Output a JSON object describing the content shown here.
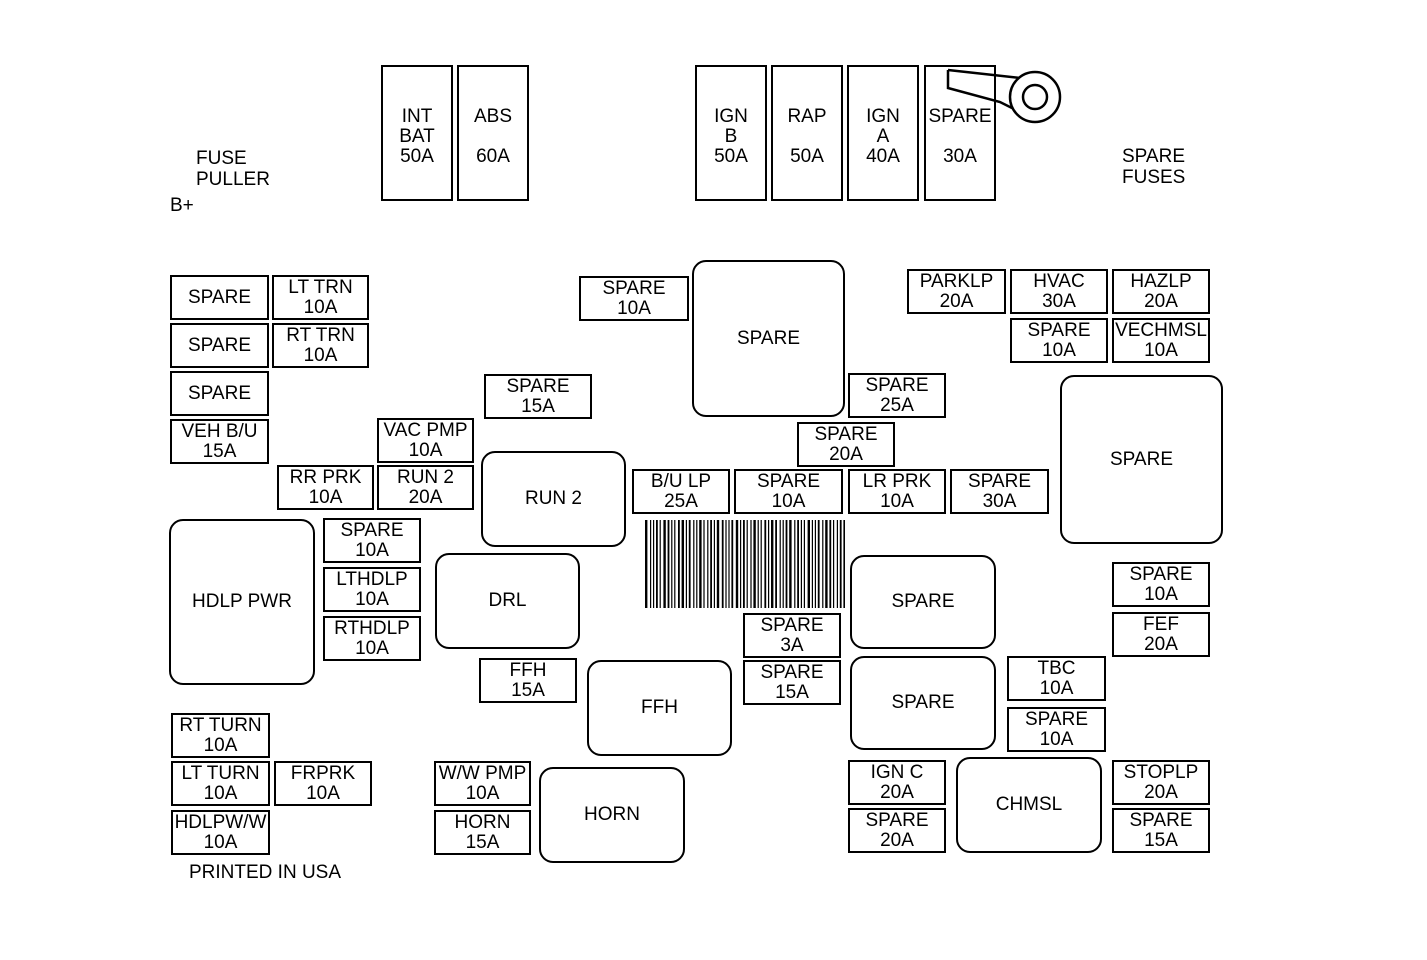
{
  "labels": {
    "fuse_puller": "FUSE\nPULLER",
    "b_plus": "B+",
    "spare_fuses": "SPARE\nFUSES",
    "printed": "PRINTED IN USA"
  },
  "boxes": [
    {
      "text": "INT\nBAT\n50A"
    },
    {
      "text": "ABS\n\n60A"
    },
    {
      "text": "IGN\nB\n50A"
    },
    {
      "text": "RAP\n\n50A"
    },
    {
      "text": "IGN\nA\n40A"
    },
    {
      "text": "SPARE\n\n30A"
    },
    {
      "text": "SPARE"
    },
    {
      "text": "LT TRN\n10A"
    },
    {
      "text": "SPARE"
    },
    {
      "text": "RT TRN\n10A"
    },
    {
      "text": "SPARE"
    },
    {
      "text": "VEH B/U\n15A"
    },
    {
      "text": "SPARE\n10A"
    },
    {
      "text": "SPARE"
    },
    {
      "text": "PARKLP\n20A"
    },
    {
      "text": "HVAC\n30A"
    },
    {
      "text": "HAZLP\n20A"
    },
    {
      "text": "SPARE\n10A"
    },
    {
      "text": "VECHMSL\n10A"
    },
    {
      "text": "SPARE\n15A"
    },
    {
      "text": "SPARE\n25A"
    },
    {
      "text": "SPARE"
    },
    {
      "text": "VAC PMP\n10A"
    },
    {
      "text": "SPARE\n20A"
    },
    {
      "text": "RR PRK\n10A"
    },
    {
      "text": "RUN 2\n20A"
    },
    {
      "text": "RUN 2"
    },
    {
      "text": "B/U LP\n25A"
    },
    {
      "text": "SPARE\n10A"
    },
    {
      "text": "LR PRK\n10A"
    },
    {
      "text": "SPARE\n30A"
    },
    {
      "text": "HDLP PWR"
    },
    {
      "text": "SPARE\n10A"
    },
    {
      "text": "LTHDLP\n10A"
    },
    {
      "text": "RTHDLP\n10A"
    },
    {
      "text": "DRL"
    },
    {
      "text": "SPARE"
    },
    {
      "text": "SPARE\n10A"
    },
    {
      "text": "FEF\n20A"
    },
    {
      "text": "SPARE\n3A"
    },
    {
      "text": "FFH\n15A"
    },
    {
      "text": "FFH"
    },
    {
      "text": "SPARE\n15A"
    },
    {
      "text": "SPARE"
    },
    {
      "text": "TBC\n10A"
    },
    {
      "text": "SPARE\n10A"
    },
    {
      "text": "RT TURN\n10A"
    },
    {
      "text": "LT TURN\n10A"
    },
    {
      "text": "FRPRK\n10A"
    },
    {
      "text": "HDLPW/W\n10A"
    },
    {
      "text": "W/W PMP\n10A"
    },
    {
      "text": "HORN\n15A"
    },
    {
      "text": "HORN"
    },
    {
      "text": "IGN C\n20A"
    },
    {
      "text": "SPARE\n20A"
    },
    {
      "text": "CHMSL"
    },
    {
      "text": "STOPLP\n20A"
    },
    {
      "text": "SPARE\n15A"
    }
  ],
  "colors": {
    "line": "#000000",
    "background": "#ffffff"
  },
  "icons": {
    "barcode": "barcode-graphic",
    "puller": "fuse-puller-icon"
  }
}
